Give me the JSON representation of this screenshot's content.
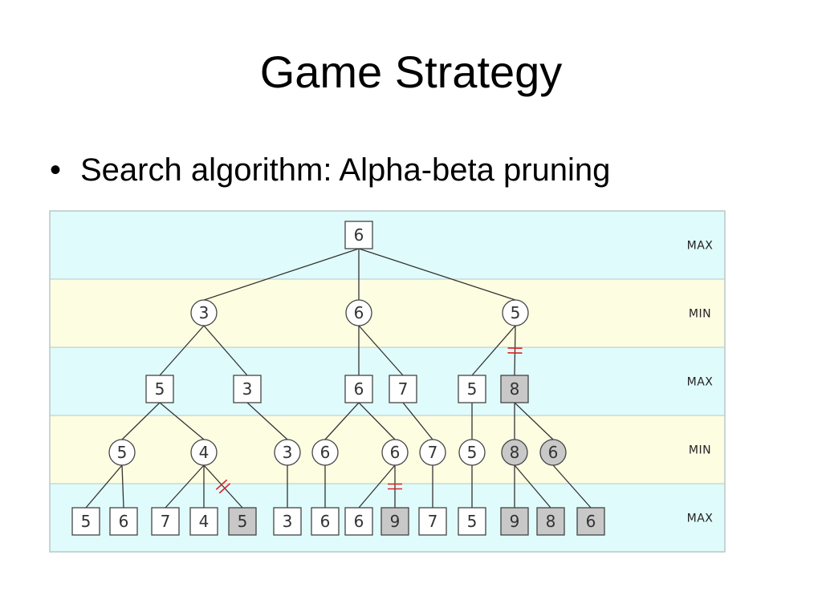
{
  "slide": {
    "title": "Game Strategy",
    "bullet": "Search algorithm: Alpha-beta pruning"
  },
  "diagram": {
    "colors": {
      "band_max": "#e0fbfb",
      "band_min": "#fdfde2",
      "node_fill": "#ffffff",
      "pruned_fill": "#c8c8c8",
      "edge": "#333333",
      "cut": "#dd2222",
      "frame": "#b8c8c8"
    },
    "levels": [
      {
        "label": "MAX"
      },
      {
        "label": "MIN"
      },
      {
        "label": "MAX"
      },
      {
        "label": "MIN"
      },
      {
        "label": "MAX"
      }
    ],
    "nodes": [
      {
        "id": "r",
        "value": "6",
        "shape": "square",
        "level": 0
      },
      {
        "id": "a1",
        "value": "3",
        "shape": "circle",
        "level": 1,
        "parent": "r"
      },
      {
        "id": "a2",
        "value": "6",
        "shape": "circle",
        "level": 1,
        "parent": "r"
      },
      {
        "id": "a3",
        "value": "5",
        "shape": "circle",
        "level": 1,
        "parent": "r"
      },
      {
        "id": "b1",
        "value": "5",
        "shape": "square",
        "level": 2,
        "parent": "a1"
      },
      {
        "id": "b2",
        "value": "3",
        "shape": "square",
        "level": 2,
        "parent": "a1"
      },
      {
        "id": "b3",
        "value": "6",
        "shape": "square",
        "level": 2,
        "parent": "a2"
      },
      {
        "id": "b4",
        "value": "7",
        "shape": "square",
        "level": 2,
        "parent": "a2"
      },
      {
        "id": "b5",
        "value": "5",
        "shape": "square",
        "level": 2,
        "parent": "a3"
      },
      {
        "id": "b6",
        "value": "8",
        "shape": "square",
        "level": 2,
        "parent": "a3",
        "pruned": true,
        "cut": true
      },
      {
        "id": "c1",
        "value": "5",
        "shape": "circle",
        "level": 3,
        "parent": "b1"
      },
      {
        "id": "c2",
        "value": "4",
        "shape": "circle",
        "level": 3,
        "parent": "b1"
      },
      {
        "id": "c3",
        "value": "3",
        "shape": "circle",
        "level": 3,
        "parent": "b2"
      },
      {
        "id": "c4",
        "value": "6",
        "shape": "circle",
        "level": 3,
        "parent": "b3"
      },
      {
        "id": "c5",
        "value": "6",
        "shape": "circle",
        "level": 3,
        "parent": "b3"
      },
      {
        "id": "c6",
        "value": "7",
        "shape": "circle",
        "level": 3,
        "parent": "b4"
      },
      {
        "id": "c7",
        "value": "5",
        "shape": "circle",
        "level": 3,
        "parent": "b5"
      },
      {
        "id": "c8",
        "value": "8",
        "shape": "circle",
        "level": 3,
        "parent": "b6",
        "pruned": true
      },
      {
        "id": "c9",
        "value": "6",
        "shape": "circle",
        "level": 3,
        "parent": "b6",
        "pruned": true
      },
      {
        "id": "d1",
        "value": "5",
        "shape": "square",
        "level": 4,
        "parent": "c1"
      },
      {
        "id": "d2",
        "value": "6",
        "shape": "square",
        "level": 4,
        "parent": "c1"
      },
      {
        "id": "d3",
        "value": "7",
        "shape": "square",
        "level": 4,
        "parent": "c2"
      },
      {
        "id": "d4",
        "value": "4",
        "shape": "square",
        "level": 4,
        "parent": "c2"
      },
      {
        "id": "d5",
        "value": "5",
        "shape": "square",
        "level": 4,
        "parent": "c2",
        "pruned": true,
        "cut": true
      },
      {
        "id": "d6",
        "value": "3",
        "shape": "square",
        "level": 4,
        "parent": "c3"
      },
      {
        "id": "d7",
        "value": "6",
        "shape": "square",
        "level": 4,
        "parent": "c4"
      },
      {
        "id": "d8",
        "value": "6",
        "shape": "square",
        "level": 4,
        "parent": "c5"
      },
      {
        "id": "d9",
        "value": "9",
        "shape": "square",
        "level": 4,
        "parent": "c5",
        "pruned": true,
        "cut": true
      },
      {
        "id": "d10",
        "value": "7",
        "shape": "square",
        "level": 4,
        "parent": "c6"
      },
      {
        "id": "d11",
        "value": "5",
        "shape": "square",
        "level": 4,
        "parent": "c7"
      },
      {
        "id": "d12",
        "value": "9",
        "shape": "square",
        "level": 4,
        "parent": "c8",
        "pruned": true
      },
      {
        "id": "d13",
        "value": "8",
        "shape": "square",
        "level": 4,
        "parent": "c8",
        "pruned": true
      },
      {
        "id": "d14",
        "value": "6",
        "shape": "square",
        "level": 4,
        "parent": "c9",
        "pruned": true
      }
    ]
  }
}
